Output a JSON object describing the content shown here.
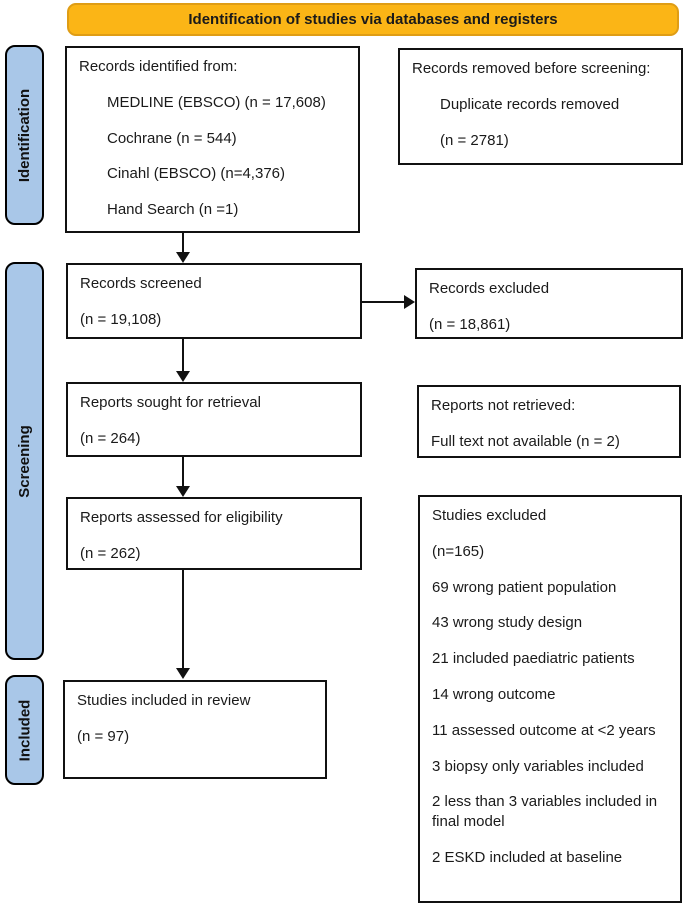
{
  "header": {
    "title": "Identification of studies via databases and registers"
  },
  "colors": {
    "header_bg": "#FBB516",
    "header_border": "#DF9D15",
    "sidebar_bg": "#A9C7E8",
    "box_border": "#111111",
    "text": "#1a1a1a"
  },
  "sidebar": {
    "identification": "Identification",
    "screening": "Screening",
    "included": "Included"
  },
  "boxes": {
    "identified": {
      "title": "Records identified from:",
      "items": [
        "MEDLINE (EBSCO) (n = 17,608)",
        "Cochrane (n = 544)",
        "Cinahl (EBSCO) (n=4,376)",
        "Hand Search (n =1)"
      ]
    },
    "removed": {
      "title": "Records removed before screening:",
      "items": [
        "Duplicate records removed",
        "(n = 2781)"
      ]
    },
    "screened": {
      "title": "Records screened",
      "count": "(n = 19,108)"
    },
    "excluded": {
      "title": "Records excluded",
      "count": "(n = 18,861)"
    },
    "sought": {
      "title": "Reports sought for retrieval",
      "count": "(n = 264)"
    },
    "not_retrieved": {
      "title": "Reports not retrieved:",
      "line": "Full text not available (n = 2)"
    },
    "assessed": {
      "title": "Reports assessed for eligibility",
      "count": "(n = 262)"
    },
    "studies_excluded": {
      "title": "Studies excluded",
      "count": "(n=165)",
      "reasons": [
        "69 wrong patient population",
        "43 wrong study design",
        "21 included paediatric patients",
        "14 wrong outcome",
        "11 assessed outcome at <2 years",
        "3 biopsy only variables included",
        "2 less than 3 variables included in final model",
        "2 ESKD included at baseline"
      ]
    },
    "included_review": {
      "title": "Studies included in review",
      "count": "(n = 97)"
    }
  }
}
